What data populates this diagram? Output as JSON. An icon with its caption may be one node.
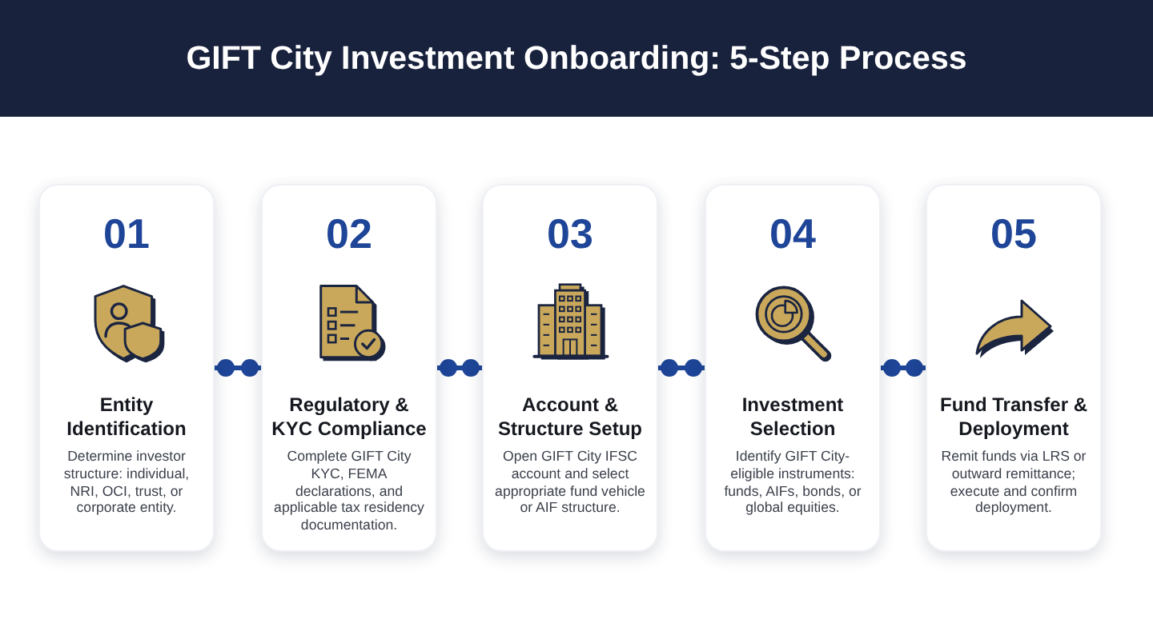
{
  "diagram": {
    "title": "GIFT City Investment Onboarding: 5-Step Process",
    "nodes": [
      {
        "text": [
          "01",
          "Entity Identification",
          "Determine investor structure: individual, NRI, OCI, trust, or corporate entity."
        ]
      },
      {
        "text": [
          "02",
          "Regulatory & KYC Compliance",
          "Complete GIFT City KYC, FEMA declarations, and applicable tax residency documentation."
        ]
      },
      {
        "text": [
          "03",
          "Account & Structure Setup",
          "Open GIFT City IFSC account and select appropriate fund vehicle or AIF structure."
        ]
      },
      {
        "text": [
          "04",
          "Investment Selection",
          "Identify GIFT City-eligible instruments: funds, AIFs, bonds, or global equities."
        ]
      },
      {
        "text": [
          "05",
          "Fund Transfer & Deployment",
          "Remit funds via LRS or outward remittance; execute and confirm deployment."
        ]
      }
    ],
    "edges": [
      {
        "from": 0,
        "to": 1,
        "arrow": "other"
      },
      {
        "from": 1,
        "to": 2,
        "arrow": "other"
      },
      {
        "from": 2,
        "to": 3,
        "arrow": "other"
      },
      {
        "from": 3,
        "to": 4,
        "arrow": "other"
      }
    ]
  }
}
